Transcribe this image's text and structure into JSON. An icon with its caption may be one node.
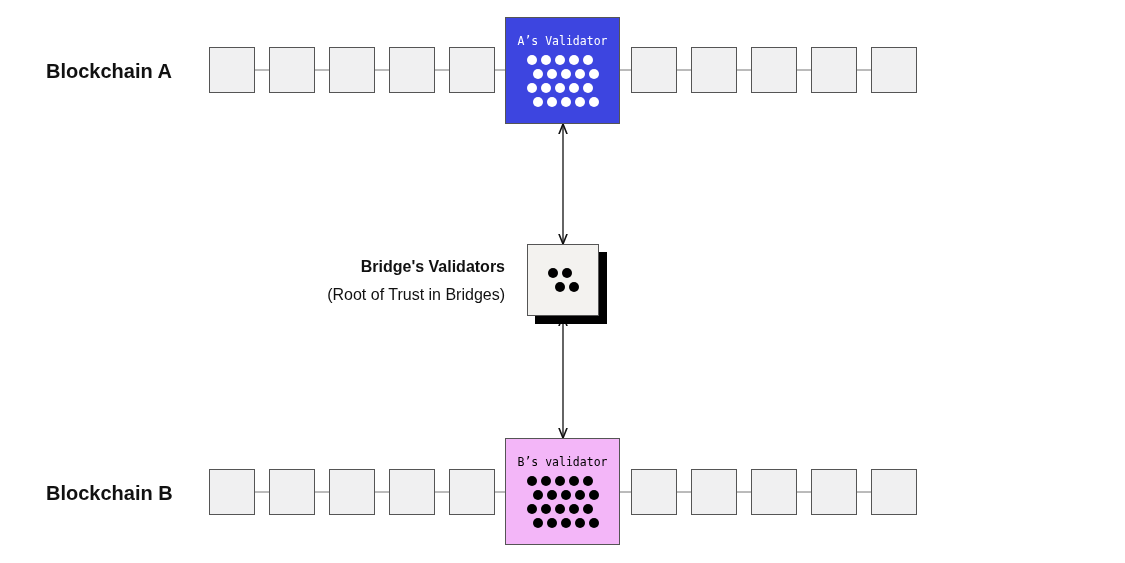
{
  "diagram": {
    "nodes": [
      {
        "text": [],
        "shape": "box"
      },
      {
        "text": [],
        "shape": "box"
      },
      {
        "text": [],
        "shape": "box"
      },
      {
        "text": [],
        "shape": "box"
      },
      {
        "text": [],
        "shape": "box"
      },
      {
        "text": [
          "A’s Validator"
        ]
      },
      {
        "text": [],
        "shape": "box"
      },
      {
        "text": [],
        "shape": "box"
      },
      {
        "text": [],
        "shape": "box"
      },
      {
        "text": [],
        "shape": "box"
      },
      {
        "text": [],
        "shape": "box"
      },
      {
        "text": [],
        "shape": "box",
        "beside": [
          "Bridge's Validators",
          "(Root of Trust in Bridges)"
        ]
      },
      {
        "text": [],
        "shape": "box"
      },
      {
        "text": [],
        "shape": "box"
      },
      {
        "text": [],
        "shape": "box"
      },
      {
        "text": [],
        "shape": "box"
      },
      {
        "text": [],
        "shape": "box"
      },
      {
        "text": [
          "B’s validator"
        ]
      },
      {
        "text": [],
        "shape": "box"
      },
      {
        "text": [],
        "shape": "box"
      },
      {
        "text": [],
        "shape": "box"
      },
      {
        "text": [],
        "shape": "box"
      },
      {
        "text": [],
        "shape": "box"
      }
    ],
    "edges": [
      {
        "from": 0,
        "to": 1,
        "arrow": "none"
      },
      {
        "from": 1,
        "to": 2,
        "arrow": "none"
      },
      {
        "from": 2,
        "to": 3,
        "arrow": "none"
      },
      {
        "from": 3,
        "to": 4,
        "arrow": "none"
      },
      {
        "from": 4,
        "to": 5,
        "arrow": "none"
      },
      {
        "from": 5,
        "to": 6,
        "arrow": "none"
      },
      {
        "from": 6,
        "to": 7,
        "arrow": "none"
      },
      {
        "from": 7,
        "to": 8,
        "arrow": "none"
      },
      {
        "from": 8,
        "to": 9,
        "arrow": "none"
      },
      {
        "from": 9,
        "to": 10,
        "arrow": "none"
      },
      {
        "from": 5,
        "to": 11,
        "arrow": "both",
        "color": "#111111"
      },
      {
        "from": 11,
        "to": 17,
        "arrow": "both",
        "color": "#111111"
      },
      {
        "from": 12,
        "to": 13,
        "arrow": "none"
      },
      {
        "from": 13,
        "to": 14,
        "arrow": "none"
      },
      {
        "from": 14,
        "to": 15,
        "arrow": "none"
      },
      {
        "from": 15,
        "to": 16,
        "arrow": "none"
      },
      {
        "from": 16,
        "to": 17,
        "arrow": "none"
      },
      {
        "from": 17,
        "to": 18,
        "arrow": "none"
      },
      {
        "from": 18,
        "to": 19,
        "arrow": "none"
      },
      {
        "from": 19,
        "to": 20,
        "arrow": "none"
      },
      {
        "from": 20,
        "to": 21,
        "arrow": "none"
      },
      {
        "from": 21,
        "to": 22,
        "arrow": "none"
      }
    ],
    "labels": [
      "Blockchain A",
      "Blockchain B"
    ]
  }
}
